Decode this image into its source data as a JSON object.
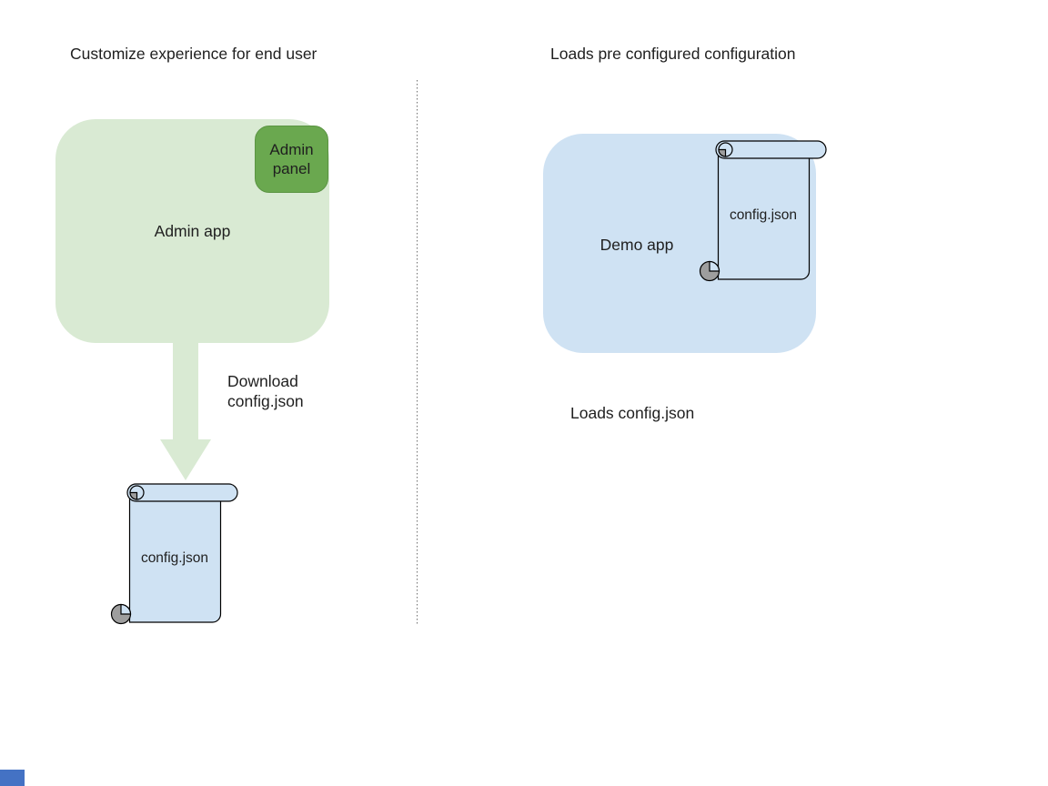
{
  "colors": {
    "canvas_bg": "#ffffff",
    "light_green": "#d9ead3",
    "dark_green": "#6aa84f",
    "light_blue": "#cfe2f3",
    "curl_gray": "#9e9e9e",
    "divider_gray": "#6f6f6f",
    "text": "#1f1f1f",
    "corner_blue": "#4472c4"
  },
  "left_section": {
    "title": "Customize experience for end user",
    "admin_app_label": "Admin app",
    "admin_panel_label": "Admin panel",
    "arrow_label": "Download\nconfig.json",
    "scroll_label": "config.json"
  },
  "right_section": {
    "title": "Loads pre configured configuration",
    "demo_app_label": "Demo app",
    "scroll_label": "config.json",
    "caption": "Loads config.json"
  }
}
